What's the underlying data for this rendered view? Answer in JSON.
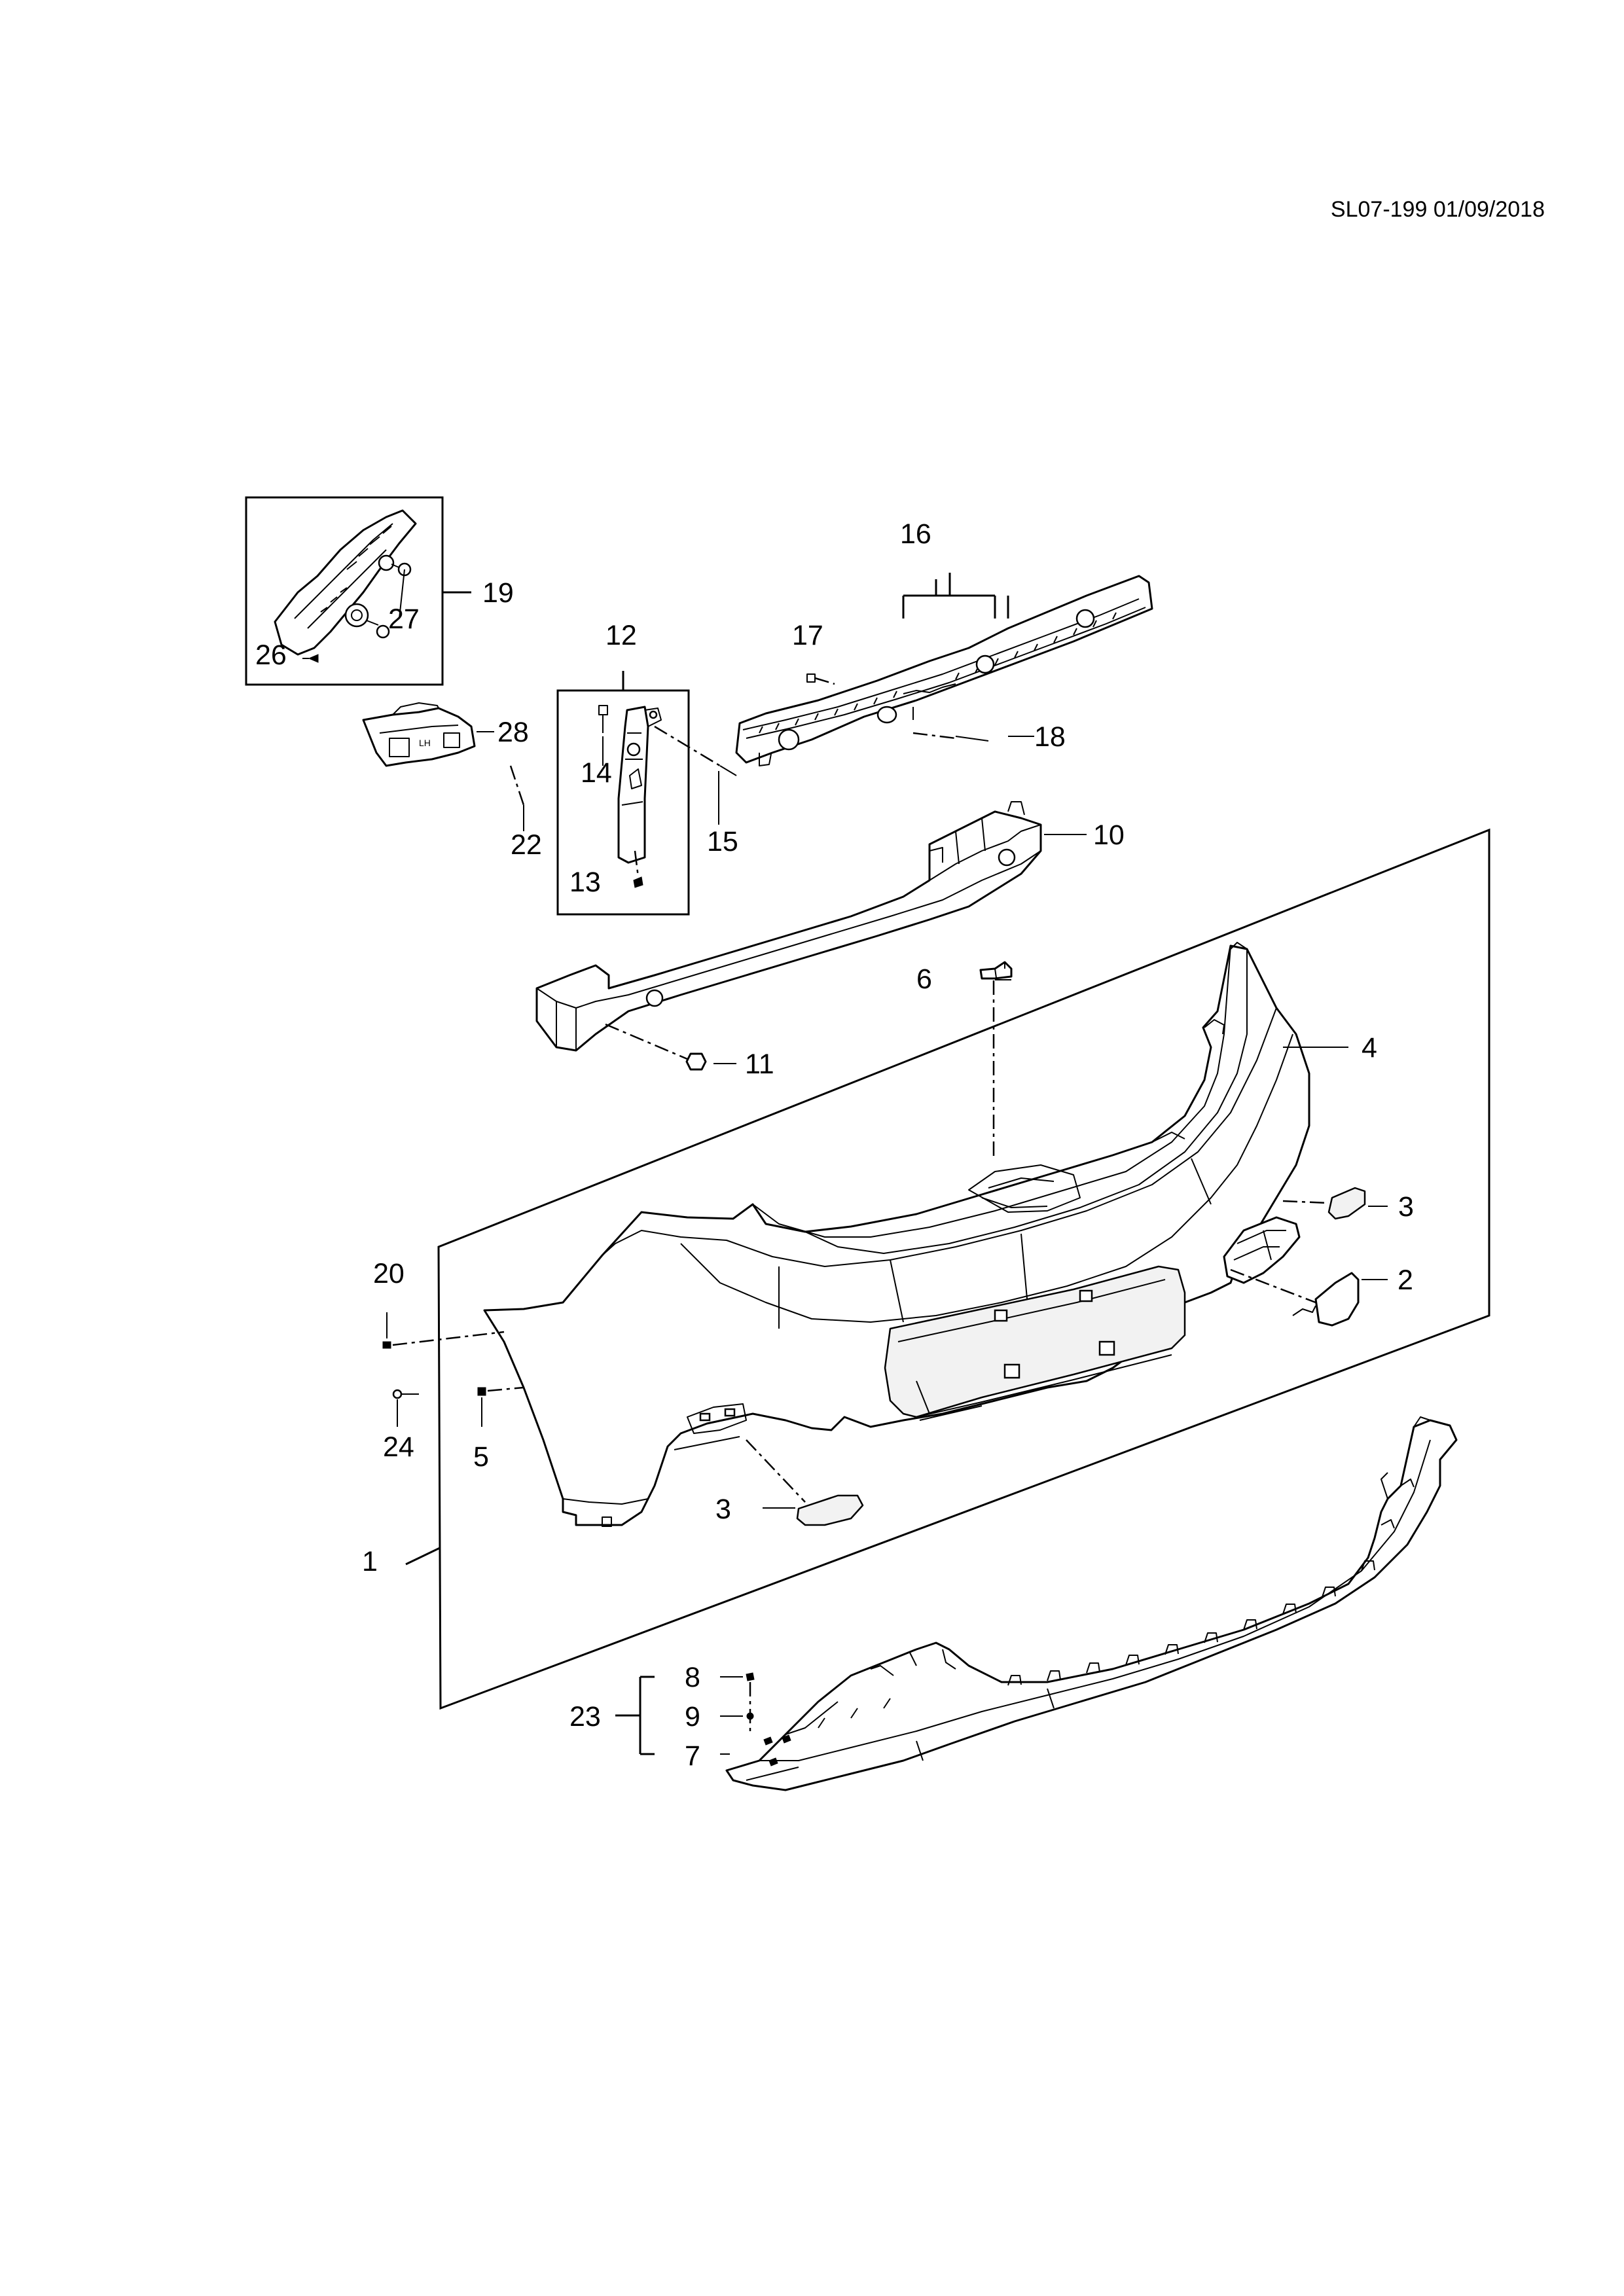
{
  "document": {
    "reference": "SL07-199 01/09/2018"
  },
  "callouts": {
    "c1": "1",
    "c2": "2",
    "c3a": "3",
    "c3b": "3",
    "c4": "4",
    "c5": "5",
    "c6": "6",
    "c7": "7",
    "c8": "8",
    "c9": "9",
    "c10": "10",
    "c11": "11",
    "c12": "12",
    "c13": "13",
    "c14": "14",
    "c15": "15",
    "c16": "16",
    "c17": "17",
    "c18": "18",
    "c19": "19",
    "c20": "20",
    "c22": "22",
    "c23": "23",
    "c24": "24",
    "c26": "26",
    "c27": "27",
    "c28": "28"
  },
  "bracket_marking": "LH"
}
